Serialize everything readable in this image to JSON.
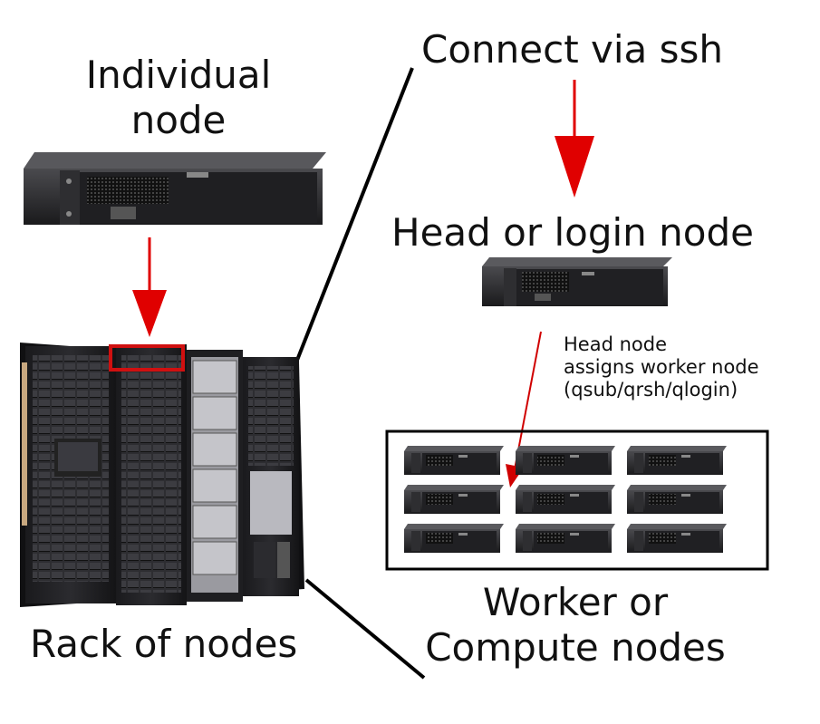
{
  "labels": {
    "individual_node": [
      "Individual",
      "node"
    ],
    "connect": "Connect via ssh",
    "head_node": "Head or login node",
    "assigns": [
      "Head node",
      "assigns worker node",
      "(qsub/qrsh/qlogin)"
    ],
    "worker": [
      "Worker or",
      "Compute nodes"
    ],
    "rack": "Rack of nodes"
  },
  "colors": {
    "arrow": "#e00000",
    "highlight": "#d01010",
    "outline": "#000000",
    "server_body": "#1c1c1e",
    "server_front": "#2a2a2c",
    "rack_wood": "#c8a880"
  },
  "worker_grid": {
    "rows": 3,
    "cols": 3
  }
}
